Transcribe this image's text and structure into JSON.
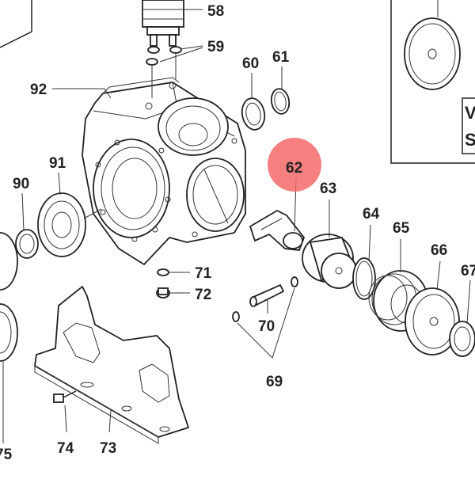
{
  "diagram": {
    "highlight_color": "#f46a6a",
    "highlighted_callout": "62",
    "callouts": {
      "c58": "58",
      "c59": "59",
      "c60": "60",
      "c61": "61",
      "c92": "92",
      "c62": "62",
      "c63": "63",
      "c91": "91",
      "c90": "90",
      "c64": "64",
      "c65": "65",
      "c66": "66",
      "c67": "67",
      "c71": "71",
      "c72": "72",
      "c70": "70",
      "c69": "69",
      "c74": "74",
      "c73": "73",
      "c75": "75"
    },
    "inset_text": {
      "line1": "V",
      "line2": "S"
    }
  }
}
